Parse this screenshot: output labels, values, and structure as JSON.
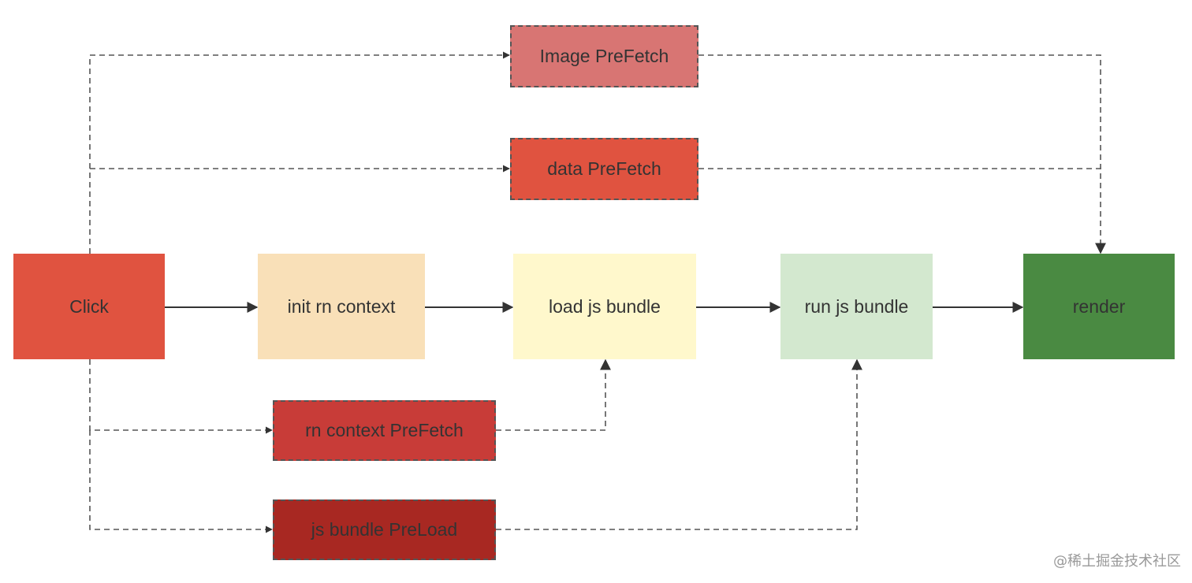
{
  "nodes": {
    "click": {
      "label": "Click",
      "color": "#e05340"
    },
    "init_rn_context": {
      "label": "init rn context",
      "color": "#f9e0b8"
    },
    "load_js_bundle": {
      "label": "load js bundle",
      "color": "#fff8cc"
    },
    "run_js_bundle": {
      "label": "run js bundle",
      "color": "#d3e8cf"
    },
    "render": {
      "label": "render",
      "color": "#4a8a42"
    },
    "image_prefetch": {
      "label": "Image PreFetch",
      "color": "#d87573"
    },
    "data_prefetch": {
      "label": "data PreFetch",
      "color": "#e05340"
    },
    "rn_context_prefetch": {
      "label": "rn context PreFetch",
      "color": "#c83c38"
    },
    "js_bundle_preload": {
      "label": "js bundle PreLoad",
      "color": "#a82822"
    }
  },
  "edges": [
    {
      "from": "click",
      "to": "init_rn_context",
      "style": "solid"
    },
    {
      "from": "init_rn_context",
      "to": "load_js_bundle",
      "style": "solid"
    },
    {
      "from": "load_js_bundle",
      "to": "run_js_bundle",
      "style": "solid"
    },
    {
      "from": "run_js_bundle",
      "to": "render",
      "style": "solid"
    },
    {
      "from": "click",
      "to": "image_prefetch",
      "style": "dashed"
    },
    {
      "from": "click",
      "to": "data_prefetch",
      "style": "dashed"
    },
    {
      "from": "click",
      "to": "rn_context_prefetch",
      "style": "dashed"
    },
    {
      "from": "click",
      "to": "js_bundle_preload",
      "style": "dashed"
    },
    {
      "from": "image_prefetch",
      "to": "render",
      "style": "dashed"
    },
    {
      "from": "data_prefetch",
      "to": "render",
      "style": "dashed"
    },
    {
      "from": "rn_context_prefetch",
      "to": "load_js_bundle",
      "style": "dashed"
    },
    {
      "from": "js_bundle_preload",
      "to": "run_js_bundle",
      "style": "dashed"
    }
  ],
  "colors": {
    "edge": "#333333",
    "dashed_edge": "#555555",
    "text": "#333333"
  },
  "watermark": "@稀土掘金技术社区"
}
